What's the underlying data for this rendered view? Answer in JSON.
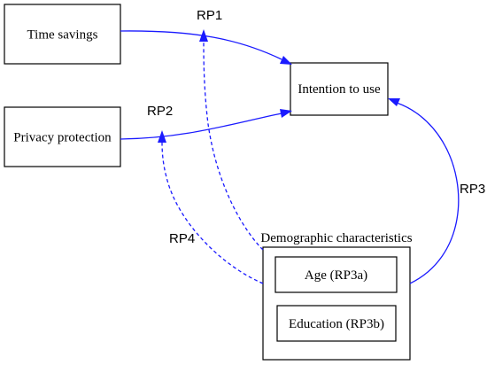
{
  "nodes": {
    "time_savings": "Time savings",
    "privacy_protection": "Privacy protection",
    "intention_to_use": "Intention to use",
    "age": "Age (RP3a)",
    "education": "Education (RP3b)"
  },
  "group": {
    "label": "Demographic characteristics"
  },
  "edges": {
    "rp1": "RP1",
    "rp2": "RP2",
    "rp3": "RP3",
    "rp4": "RP4"
  },
  "colors": {
    "edge": "#1a1aff",
    "box_stroke": "#000000",
    "background": "#ffffff"
  }
}
